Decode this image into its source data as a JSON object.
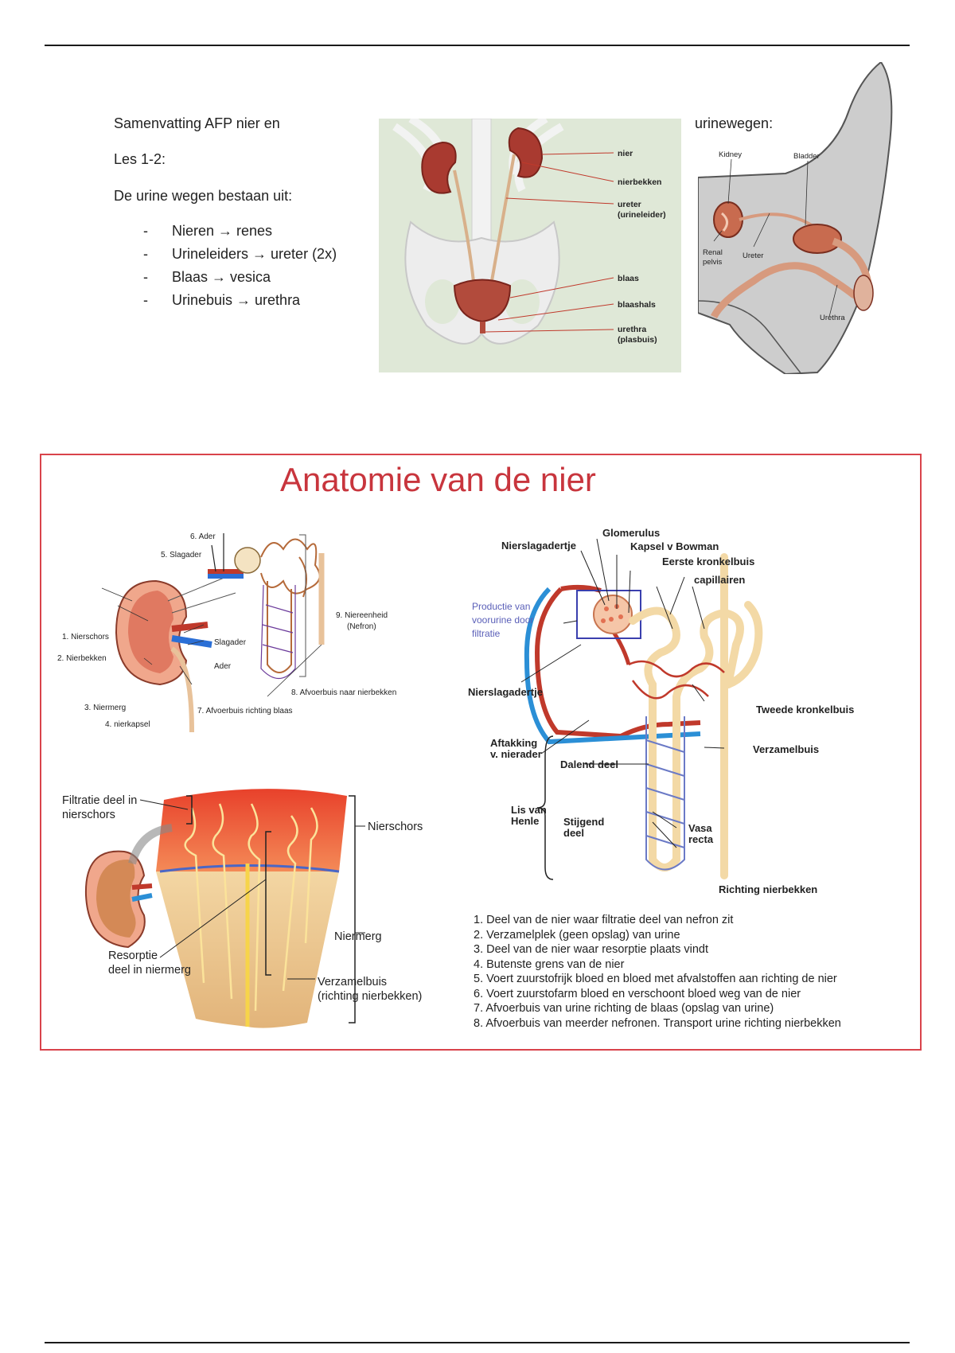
{
  "header": {
    "title_part1": "Samenvatting AFP nier en",
    "title_part2": "urinewegen:",
    "lesson": "Les 1-2:",
    "intro": "De urine wegen bestaan uit:",
    "items": [
      {
        "dash": "-",
        "text": "Nieren → renes"
      },
      {
        "dash": "-",
        "text": "Urineleiders → ureter (2x)"
      },
      {
        "dash": "-",
        "text": "Blaas → vesica"
      },
      {
        "dash": "-",
        "text": "Urinebuis → urethra"
      }
    ]
  },
  "human_figure": {
    "labels": {
      "nier": "nier",
      "nierbekken": "nierbekken",
      "ureter": "ureter",
      "urineleider": "(urineleider)",
      "blaas": "blaas",
      "blaashals": "blaashals",
      "urethra": "urethra",
      "plasbuis": "(plasbuis)"
    }
  },
  "animal_figure": {
    "labels": {
      "kidney": "Kidney",
      "bladder": "Bladder",
      "renal": "Renal",
      "pelvis": "pelvis",
      "ureter": "Ureter",
      "urethra": "Urethra"
    }
  },
  "anatomy": {
    "title": "Anatomie van de nier",
    "kidney_labels": {
      "ader6": "6. Ader",
      "slagader5": "5. Slagader",
      "nierschors1": "1. Nierschors",
      "nierbekken2": "2. Nierbekken",
      "niermerg3": "3. Niermerg",
      "nierkapsel4": "4. nierkapsel",
      "slagader": "Slagader",
      "ader": "Ader",
      "afvoer7": "7. Afvoerbuis richting blaas",
      "nefron9": "9. Niereenheid",
      "nefron9b": "(Nefron)",
      "afvoer8": "8. Afvoerbuis naar nierbekken"
    },
    "wedge_labels": {
      "filtratie1": "Filtratie deel in",
      "filtratie2": "nierschors",
      "nierschors": "Nierschors",
      "resorptie1": "Resorptie",
      "resorptie2": "deel in niermerg",
      "niermerg": "Niermerg",
      "verzamel1": "Verzamelbuis",
      "verzamel2": "(richting nierbekken)"
    },
    "nephron_labels": {
      "glomerulus": "Glomerulus",
      "nierslagadertje_top": "Nierslagadertje",
      "kapsel": "Kapsel v Bowman",
      "eerste": "Eerste kronkelbuis",
      "capillairen": "capillairen",
      "productie1": "Productie van",
      "productie2": "voorurine door",
      "productie3": "filtratie",
      "nierslagadertje_left": "Nierslagadertje",
      "tweede": "Tweede kronkelbuis",
      "aftakking1": "Aftakking",
      "aftakking2": "v. nierader",
      "verzamelbuis": "Verzamelbuis",
      "dalend": "Dalend deel",
      "lis1": "Lis van",
      "lis2": "Henle",
      "stijgend1": "Stijgend",
      "stijgend2": "deel",
      "vasa1": "Vasa",
      "vasa2": "recta",
      "richting": "Richting nierbekken"
    },
    "legend": [
      "1. Deel van de nier waar filtratie deel van nefron zit",
      "2. Verzamelplek (geen opslag) van urine",
      "3. Deel van de nier waar resorptie plaats vindt",
      "4. Butenste grens van de nier",
      "5. Voert zuurstofrijk bloed en bloed met afvalstoffen aan richting de nier",
      "6. Voert zuurstofarm bloed en verschoont bloed weg van de nier",
      "7. Afvoerbuis van urine richting de blaas (opslag van urine)",
      "8. Afvoerbuis van meerder nefronen. Transport urine richting nierbekken"
    ]
  },
  "colors": {
    "frame": "#d9434b",
    "title": "#c8353d",
    "kidney_red": "#b23a2e",
    "artery": "#c0392b",
    "vein": "#2b8fd6",
    "tubule": "#f3d9a6",
    "highlight_box": "#3a3fae"
  }
}
